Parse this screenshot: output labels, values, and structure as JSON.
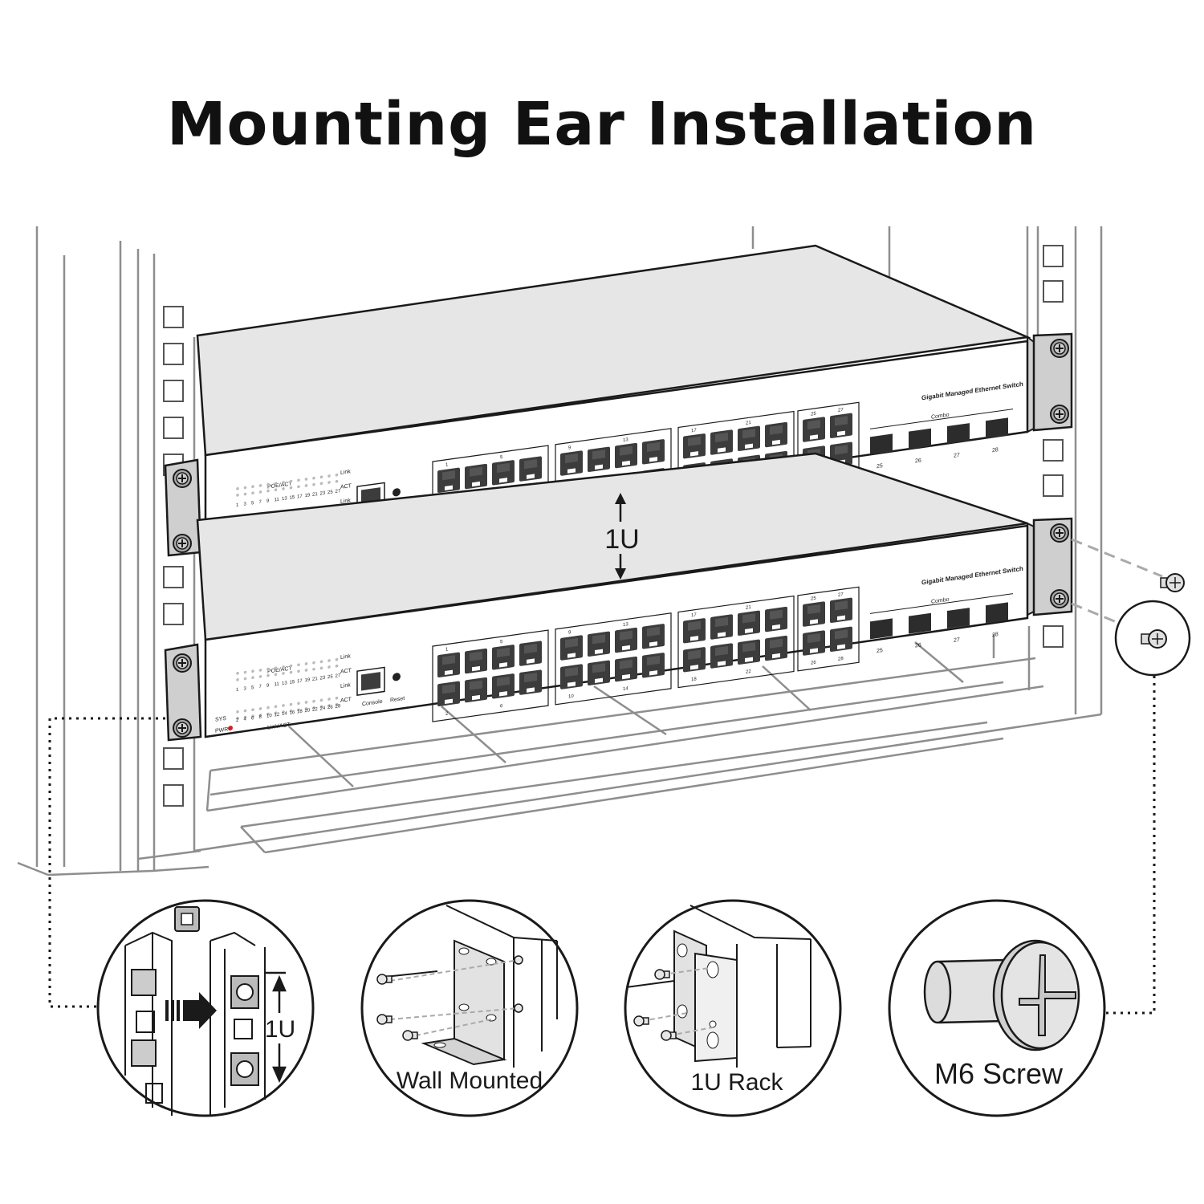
{
  "title": "Mounting Ear Installation",
  "spacing_label": "1U",
  "switch": {
    "brand": "Gigabit Managed Ethernet Switch",
    "poe_act": "POE/ACT",
    "link_act": "Link/ACT",
    "link": "Link",
    "act": "ACT",
    "sys": "SYS",
    "pwr": "PWR",
    "console": "Console",
    "reset": "Reset",
    "combo": "Combo",
    "led_odd": [
      "1",
      "3",
      "5",
      "7",
      "9",
      "11",
      "13",
      "15",
      "17",
      "19",
      "21",
      "23",
      "25",
      "27"
    ],
    "led_even": [
      "2",
      "4",
      "6",
      "8",
      "10",
      "12",
      "14",
      "16",
      "18",
      "20",
      "22",
      "24",
      "26",
      "28"
    ],
    "port_top": [
      "1",
      "3",
      "5",
      "7",
      "9",
      "11",
      "13",
      "15",
      "17",
      "19",
      "21",
      "23",
      "25",
      "27"
    ],
    "port_bottom": [
      "2",
      "4",
      "6",
      "8",
      "10",
      "12",
      "14",
      "16",
      "18",
      "20",
      "22",
      "24",
      "26",
      "28"
    ],
    "sfp": [
      "25",
      "26",
      "27",
      "28"
    ]
  },
  "details": {
    "cage_nut_label": "1U",
    "wall_label": "Wall Mounted",
    "rack_label": "1U Rack",
    "screw_label": "M6 Screw"
  },
  "colors": {
    "line": "#1a1a1a",
    "panel": "#ffffff",
    "top": "#e6e6e6",
    "rack": "#9a9a9a",
    "pwr_led": "#cc2222"
  }
}
